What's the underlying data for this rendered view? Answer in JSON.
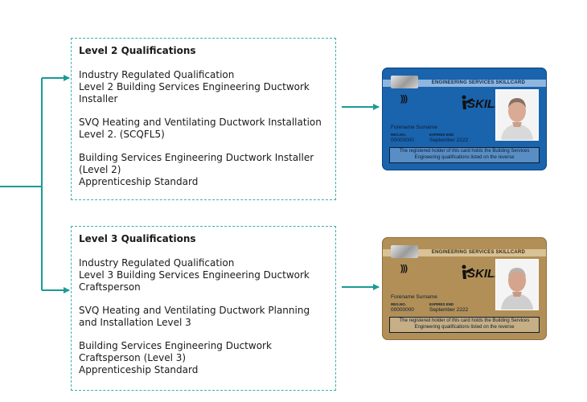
{
  "qualifications": [
    {
      "title": "Level 2 Qualifications",
      "items": [
        "Industry Regulated Qualification\nLevel 2 Building Services Engineering Ductwork\nInstaller",
        "SVQ Heating and Ventilating Ductwork Installation\nLevel 2. (SCQFL5)",
        "Building Services Engineering Ductwork Installer\n(Level 2)\nApprenticeship Standard"
      ]
    },
    {
      "title": "Level 3 Qualifications",
      "items": [
        "Industry Regulated Qualification\nLevel 3 Building Services Engineering Ductwork\nCraftsperson",
        "SVQ Heating and Ventilating Ductwork Planning\nand Installation Level 3",
        "Building Services Engineering Ductwork\nCraftsperson (Level 3)\nApprenticeship Standard"
      ]
    }
  ],
  "cards": [
    {
      "color": "#1a63ad",
      "header": "ENGINEERING SERVICES SKILLCARD",
      "logo_text": "SKILL",
      "name": "Forename Surname",
      "reg_label": "REG.NO.",
      "reg_value": "00000000",
      "expires_label": "EXPIRES END",
      "expires_value": "September 2222",
      "notice": "The registered holder of this card holds the Building Services Engineering qualifications listed on the reverse"
    },
    {
      "color": "#b18f57",
      "header": "ENGINEERING SERVICES SKILLCARD",
      "logo_text": "SKILL",
      "name": "Forename Surname",
      "reg_label": "REG.NO.",
      "reg_value": "00000000",
      "expires_label": "EXPIRES END",
      "expires_value": "September 2222",
      "notice": "The registered holder of this card holds the Building Services Engineering qualifications listed on the reverse"
    }
  ],
  "connector_color": "#1a9b96"
}
